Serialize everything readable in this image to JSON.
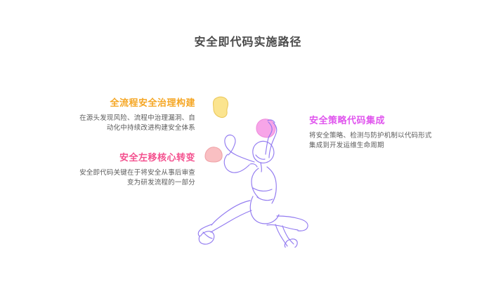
{
  "slide": {
    "title": "安全即代码实施路径",
    "background_color": "#ffffff",
    "title_color": "#4a4a4a"
  },
  "blocks": [
    {
      "id": "governance",
      "heading": "全流程安全治理构建",
      "heading_color": "#F5A623",
      "align": "right",
      "body_lines": [
        "在源头发现风险、流程中治理漏洞、自",
        "动化中持续改进构建安全体系"
      ],
      "body_color": "#5a5a5a"
    },
    {
      "id": "shiftleft",
      "heading": "安全左移核心转变",
      "heading_color": "#F4508E",
      "align": "right",
      "body_lines": [
        "安全即代码关键在于将安全从事后审查",
        "变为研发流程的一部分"
      ],
      "body_color": "#5a5a5a"
    },
    {
      "id": "policy",
      "heading": "安全策略代码集成",
      "heading_color": "#E055EE",
      "align": "left",
      "body_lines": [
        "将安全策略、检测与防护机制以代码形式",
        "集成到开发运维生命周期"
      ],
      "body_color": "#5a5a5a"
    }
  ],
  "illustration": {
    "name": "climbing-person-line-art",
    "line_color": "#8D74F0",
    "blobs": [
      {
        "name": "yellow-hold-blob",
        "fill": "#FBE48F",
        "stroke": "#EBC95E"
      },
      {
        "name": "magenta-hold-blob",
        "fill": "#F7A5E8",
        "stroke": "#EE8DDC"
      },
      {
        "name": "salmon-hold-blob",
        "fill": "#F9BFC2",
        "stroke": "#F0A3A8"
      }
    ]
  }
}
